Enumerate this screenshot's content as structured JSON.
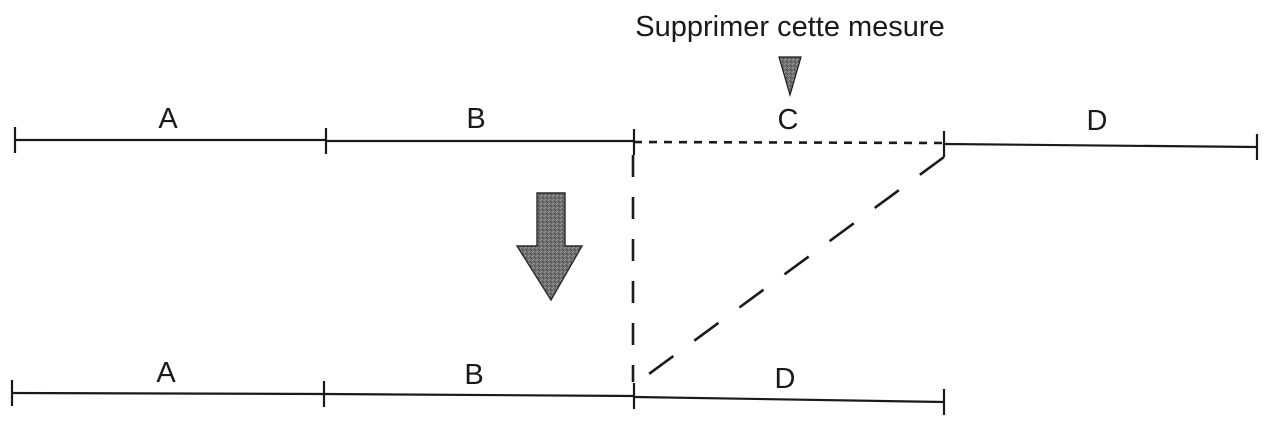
{
  "caption": "Supprimer cette mesure",
  "top_row": {
    "measures": [
      "A",
      "B",
      "C",
      "D"
    ],
    "removed": "C"
  },
  "bottom_row": {
    "measures": [
      "A",
      "B",
      "D"
    ]
  },
  "colors": {
    "ink": "#1a1a1a",
    "arrow_fill": "#6e6e6e",
    "marker_fill": "#5a5a5a"
  },
  "icons": {
    "pointer": "down-triangle-marker",
    "transform": "down-arrow"
  }
}
